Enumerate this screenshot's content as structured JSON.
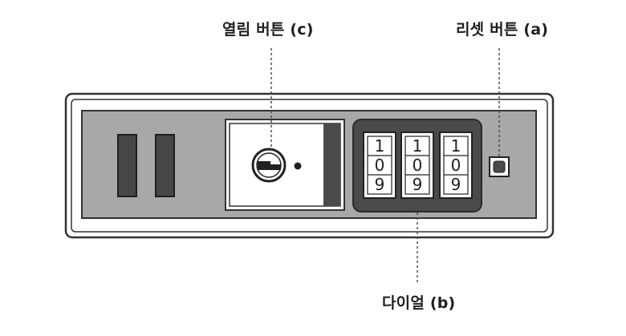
{
  "labels": {
    "open_button": "열림 버튼 (c)",
    "reset_button": "리셋 버튼 (a)",
    "dial": "다이얼 (b)"
  },
  "dials": [
    {
      "top": "1",
      "middle": "0",
      "bottom": "9"
    },
    {
      "top": "1",
      "middle": "0",
      "bottom": "9"
    },
    {
      "top": "1",
      "middle": "0",
      "bottom": "9"
    }
  ],
  "colors": {
    "panel": "#a8a8a8",
    "dial_housing": "#4a4a4a",
    "slot": "#474747",
    "outline": "#333333"
  },
  "icons": {
    "open_button": "lock-key-icon"
  }
}
